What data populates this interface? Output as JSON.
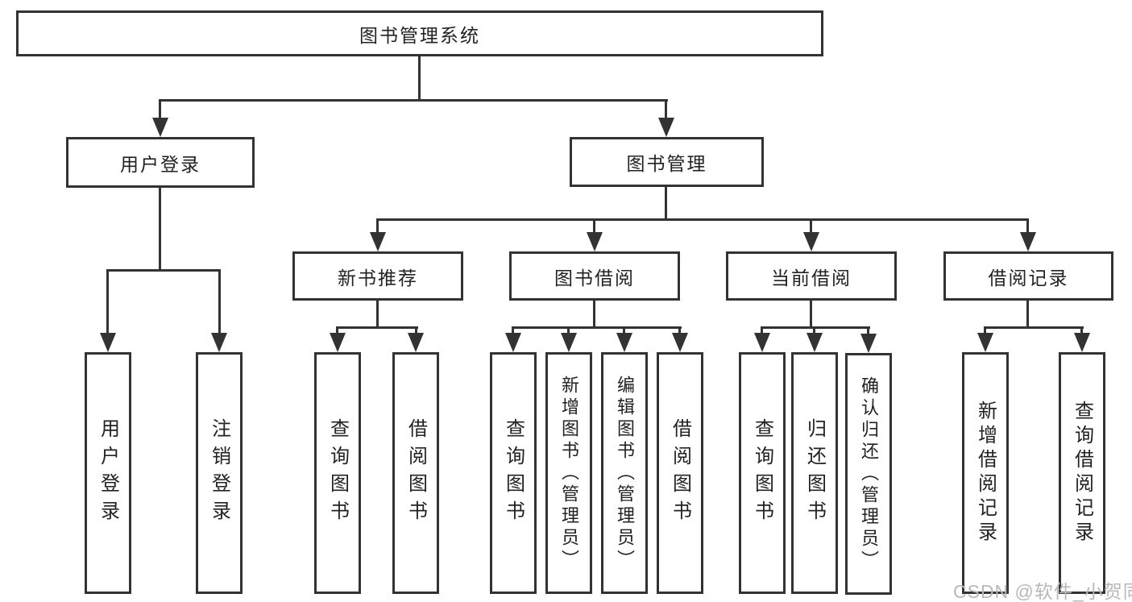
{
  "diagram": {
    "root": {
      "label": "图书管理系统"
    },
    "branches": [
      {
        "label": "用户登录",
        "children": [
          {
            "label": "用户登录"
          },
          {
            "label": "注销登录"
          }
        ]
      },
      {
        "label": "图书管理",
        "children": [
          {
            "label": "新书推荐",
            "children": [
              {
                "label": "查询图书"
              },
              {
                "label": "借阅图书"
              }
            ]
          },
          {
            "label": "图书借阅",
            "children": [
              {
                "label": "查询图书"
              },
              {
                "label": "新增图书（管理员）"
              },
              {
                "label": "编辑图书（管理员）"
              },
              {
                "label": "借阅图书"
              }
            ]
          },
          {
            "label": "当前借阅",
            "children": [
              {
                "label": "查询图书"
              },
              {
                "label": "归还图书"
              },
              {
                "label": "确认归还（管理员）"
              }
            ]
          },
          {
            "label": "借阅记录",
            "children": [
              {
                "label": "新增借阅记录"
              },
              {
                "label": "查询借阅记录"
              }
            ]
          }
        ]
      }
    ]
  },
  "watermark": {
    "text": "CSDN @软件_小贺同学"
  },
  "colors": {
    "line": "#333333",
    "text": "#222222",
    "background": "#ffffff",
    "watermark": "#b8b8b8"
  }
}
